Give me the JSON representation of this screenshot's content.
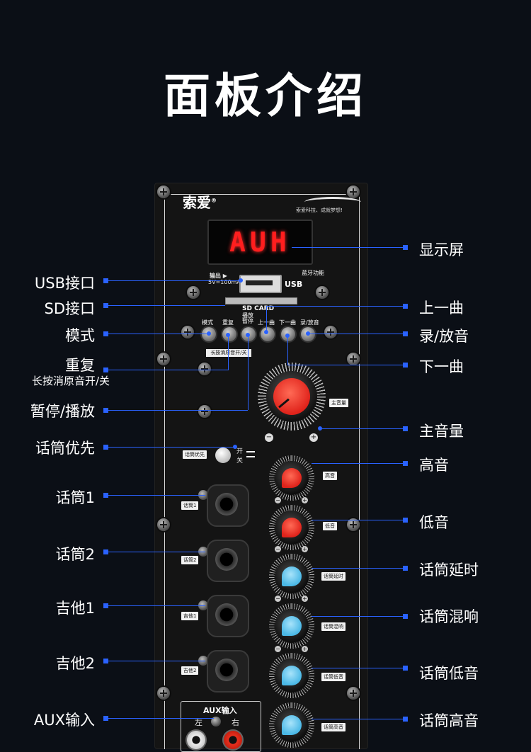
{
  "page_title": "面板介绍",
  "panel": {
    "brand": "索爱",
    "brand_mark": "®",
    "slogan": "索爱科技、成就梦想!",
    "display_text": "AUH",
    "usb_output_label": "输出 ▶",
    "usb_spec": "5V=100mA",
    "usb_text": "USB",
    "bluetooth_text": "蓝牙功能",
    "sd_card_text": "SD CARD",
    "buttons": [
      {
        "label": "模式"
      },
      {
        "label": "重复"
      },
      {
        "label": "播放\n暂停"
      },
      {
        "label": "上一曲"
      },
      {
        "label": "下一曲"
      },
      {
        "label": "录/放音"
      }
    ],
    "longpress_note": "长按消原音开/关",
    "main_volume_tag": "主音量",
    "mic_priority_tag": "话筒优先",
    "switch_on": "开",
    "switch_off": "关",
    "knobs": [
      {
        "tag": "高音",
        "color": "#e8301f"
      },
      {
        "tag": "低音",
        "color": "#e8301f"
      },
      {
        "tag": "话筒延时",
        "color": "#5fc4ee"
      },
      {
        "tag": "话筒混响",
        "color": "#5fc4ee"
      },
      {
        "tag": "话筒低音",
        "color": "#5fc4ee"
      },
      {
        "tag": "话筒高音",
        "color": "#5fc4ee"
      }
    ],
    "jacks": [
      {
        "tag": "话筒1"
      },
      {
        "tag": "话筒2"
      },
      {
        "tag": "吉他1"
      },
      {
        "tag": "吉他2"
      }
    ],
    "aux_title": "AUX输入",
    "aux_left": "左",
    "aux_right": "右",
    "minus": "−",
    "plus": "+"
  },
  "callouts_left": [
    {
      "label": "USB接口"
    },
    {
      "label": "SD接口"
    },
    {
      "label": "模式"
    },
    {
      "label": "重复",
      "sub": "长按消原音开/关"
    },
    {
      "label": "暂停/播放"
    },
    {
      "label": "话筒优先"
    },
    {
      "label": "话筒1"
    },
    {
      "label": "话筒2"
    },
    {
      "label": "吉他1"
    },
    {
      "label": "吉他2"
    },
    {
      "label": "AUX输入"
    }
  ],
  "callouts_right": [
    {
      "label": "显示屏"
    },
    {
      "label": "上一曲"
    },
    {
      "label": "录/放音"
    },
    {
      "label": "下一曲"
    },
    {
      "label": "主音量"
    },
    {
      "label": "高音"
    },
    {
      "label": "低音"
    },
    {
      "label": "话筒延时"
    },
    {
      "label": "话筒混响"
    },
    {
      "label": "话筒低音"
    },
    {
      "label": "话筒高音"
    }
  ],
  "colors": {
    "background": "#0b0f16",
    "callout": "#2a62ff",
    "display_digits": "#ff1e1e",
    "knob_red": "#e8301f",
    "knob_blue": "#5fc4ee"
  }
}
